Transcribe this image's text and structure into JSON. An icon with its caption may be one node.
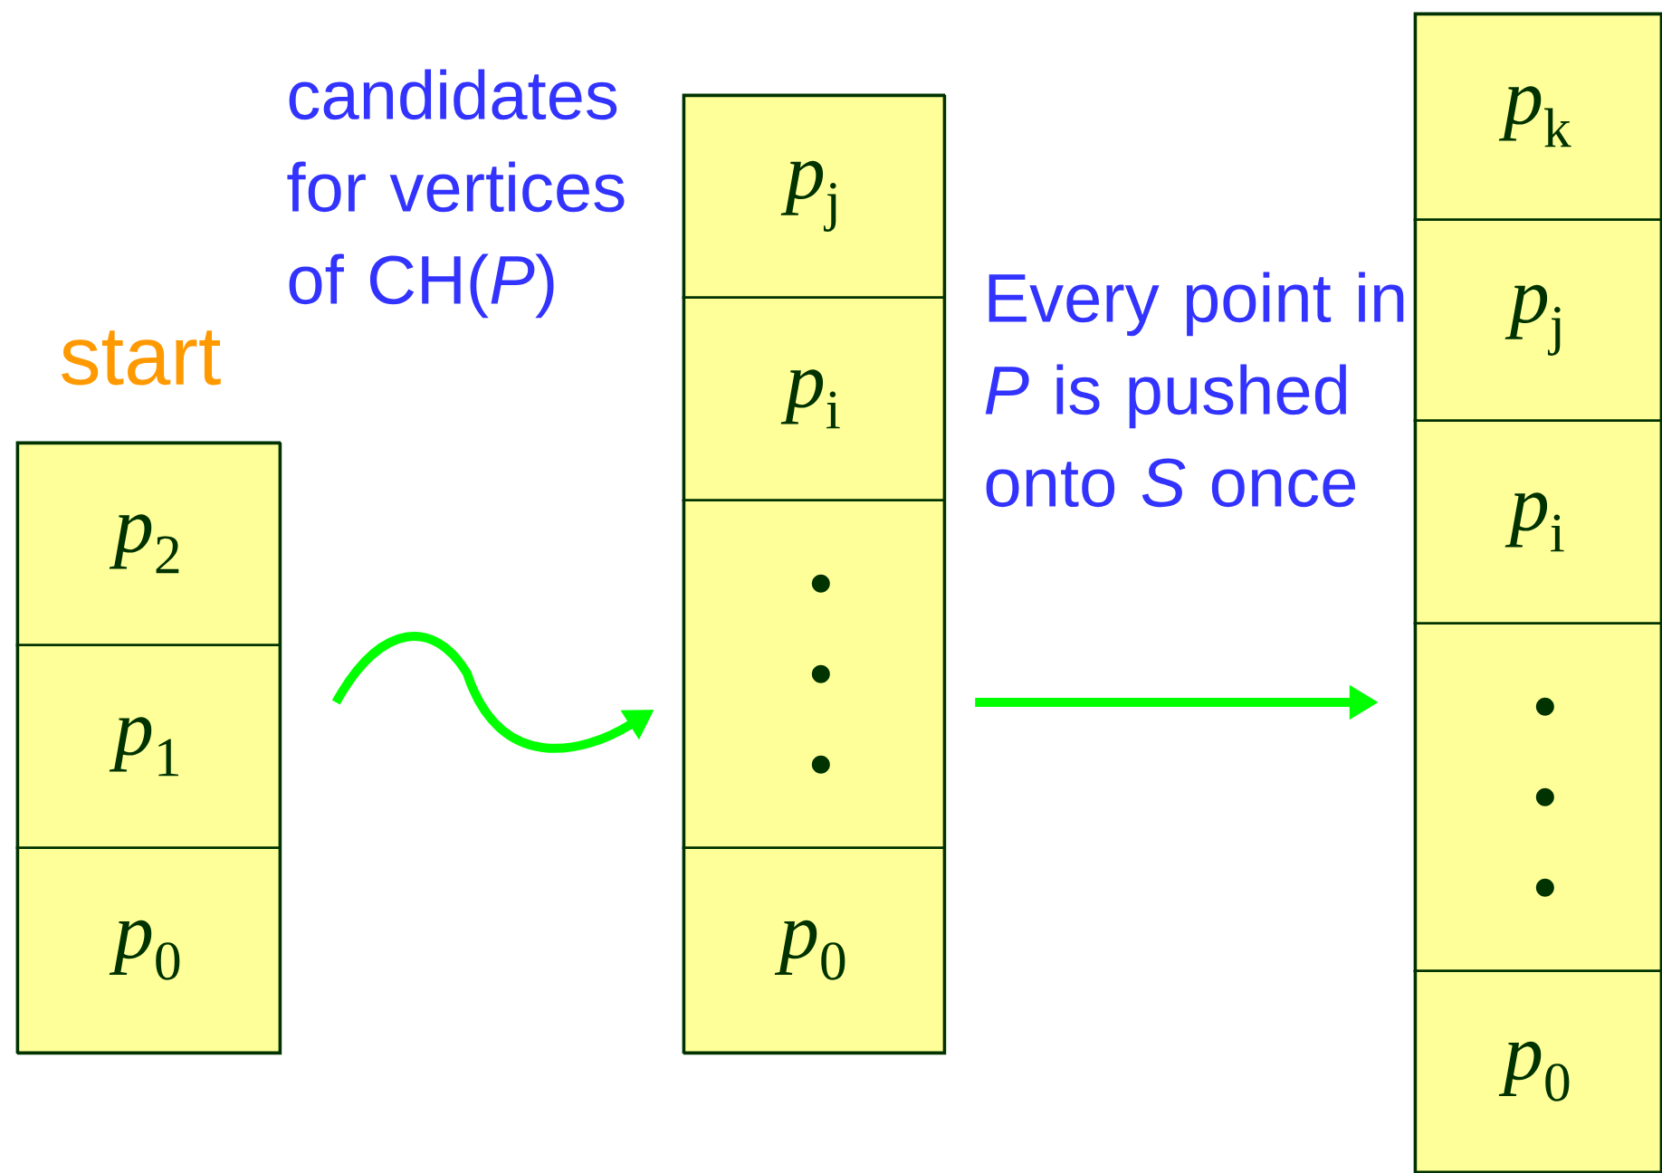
{
  "diagram": {
    "nodes": [
      {
        "text": [],
        "shape": "box",
        "beside": [
          "start"
        ]
      },
      {
        "text": [
          "*p*$_{2}$"
        ],
        "in": 0
      },
      {
        "text": [
          "*p*$_{1}$"
        ],
        "in": 0
      },
      {
        "text": [
          "*p*$_{0}$"
        ],
        "in": 0
      },
      {
        "text": [],
        "shape": "box"
      },
      {
        "text": [
          "*p*$_{j}$"
        ],
        "in": 4
      },
      {
        "text": [
          "*p*$_{i}$"
        ],
        "in": 4
      },
      {
        "text": [],
        "shape": "box",
        "in": 4
      },
      {
        "text": [
          "*p*$_{0}$"
        ],
        "in": 4
      },
      {
        "text": [],
        "shape": "box"
      },
      {
        "text": [
          "*p*$_{k}$"
        ],
        "in": 9
      },
      {
        "text": [
          "*p*$_{j}$"
        ],
        "in": 9
      },
      {
        "text": [
          "*p*$_{i}$"
        ],
        "in": 9
      },
      {
        "text": [],
        "shape": "box",
        "in": 9
      },
      {
        "text": [
          "*p*$_{0}$"
        ],
        "in": 9
      }
    ],
    "edges": [
      {
        "from": 0,
        "to": 4,
        "arrow": "to"
      },
      {
        "from": 4,
        "to": 9,
        "arrow": "to",
        "label": "Every point in *P* is pushed onto *S* once"
      }
    ],
    "labels": [
      "candidates for vertices of CH(*P*)"
    ]
  }
}
